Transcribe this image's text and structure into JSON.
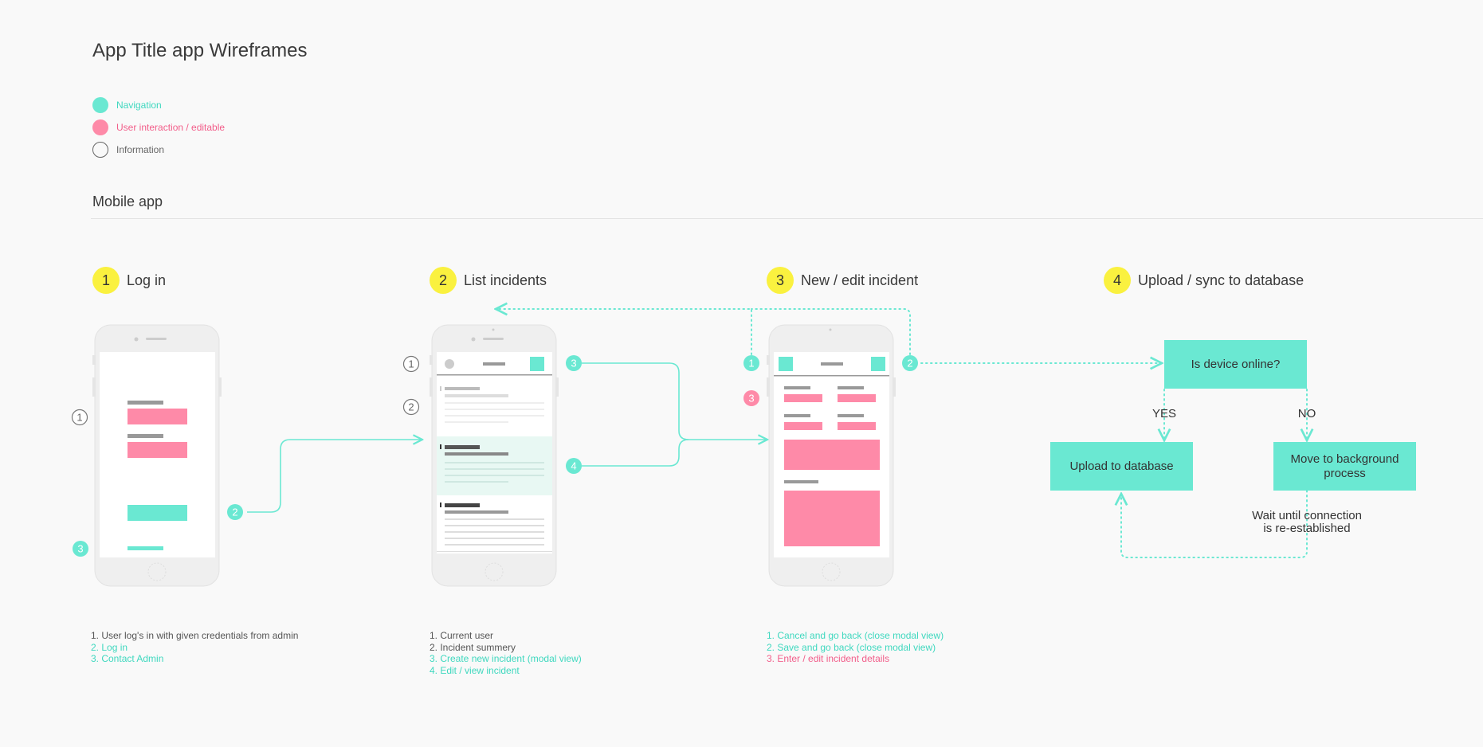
{
  "page_title": "App Title app Wireframes",
  "legend": [
    {
      "label": "Navigation",
      "color": "#6ae8d2",
      "text_color": "#3fd8bf"
    },
    {
      "label": "User interaction / editable",
      "color": "#fe8aa8",
      "text_color": "#f25e8a"
    },
    {
      "label": "Information",
      "color": "none",
      "text_color": "#666666"
    }
  ],
  "section_title": "Mobile app",
  "steps": [
    {
      "number": "1",
      "title": "Log in",
      "notes": [
        "1. User log's in with given credentials from admin",
        "2. Log in",
        "3. Contact Admin"
      ]
    },
    {
      "number": "2",
      "title": "List incidents",
      "notes": [
        "1. Current user",
        "2. Incident summery",
        "3. Create new incident (modal view)",
        "4. Edit / view incident"
      ]
    },
    {
      "number": "3",
      "title": "New / edit incident",
      "notes": [
        "1. Cancel and go back (close modal view)",
        "2. Save and go back (close modal view)",
        "3. Enter / edit incident details"
      ]
    },
    {
      "number": "4",
      "title": "Upload / sync to database",
      "notes": []
    }
  ],
  "callouts": {
    "login_1": "1",
    "login_2": "2",
    "login_3": "3",
    "list_1": "1",
    "list_2": "2",
    "list_3": "3",
    "list_4": "4",
    "edit_1": "1",
    "edit_2": "2",
    "edit_3": "3"
  },
  "flowchart": {
    "decision": "Is device online?",
    "yes_label": "YES",
    "no_label": "NO",
    "upload_box": "Upload to database",
    "background_box": "Move to background process",
    "wait_note_line1": "Wait until connection",
    "wait_note_line2": "is re-established"
  },
  "colors": {
    "navigation": "#6ae8d2",
    "interaction": "#fe8aa8",
    "information": "#888888",
    "step_badge": "#faf13f",
    "background": "#f9f9f9"
  }
}
